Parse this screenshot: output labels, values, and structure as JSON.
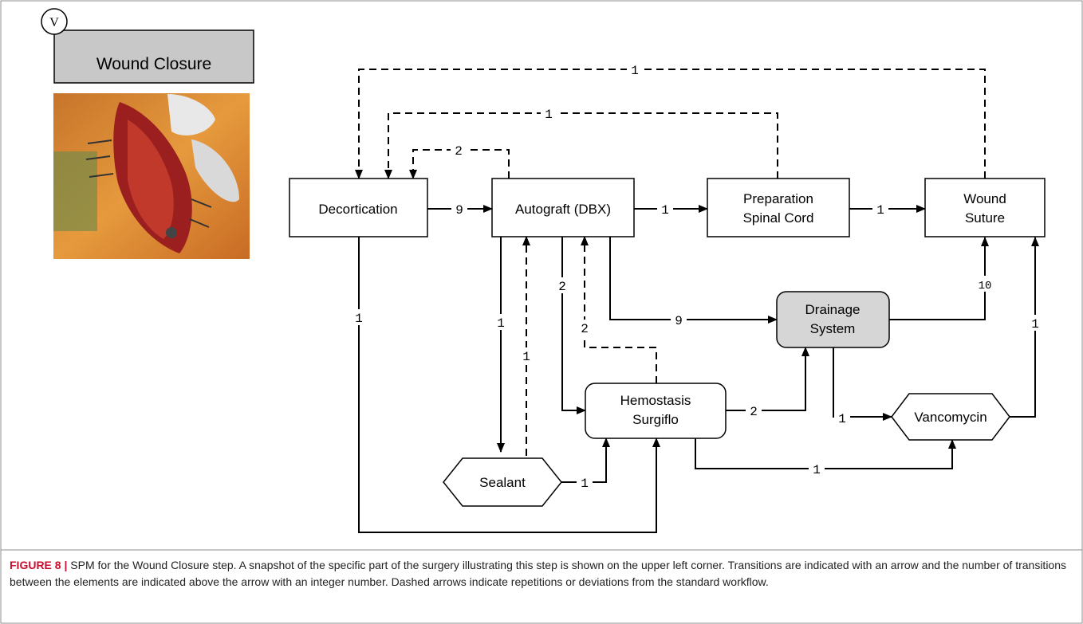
{
  "step": {
    "badge": "V",
    "title": "Wound Closure"
  },
  "nodes": {
    "decortication": "Decortication",
    "autograft": "Autograft (DBX)",
    "prep_line1": "Preparation",
    "prep_line2": "Spinal Cord",
    "wound_line1": "Wound",
    "wound_line2": "Suture",
    "drainage_line1": "Drainage",
    "drainage_line2": "System",
    "hemo_line1": "Hemostasis",
    "hemo_line2": "Surgiflo",
    "vancomycin": "Vancomycin",
    "sealant": "Sealant"
  },
  "edge_labels": {
    "wound_to_decort_dashed": "1",
    "prep_to_decort_dashed": "1",
    "auto_to_decort_dashed": "2",
    "decort_to_auto": "9",
    "auto_to_prep": "1",
    "prep_to_wound": "1",
    "decort_to_hemo": "1",
    "auto_to_sealant": "1",
    "sealant_to_auto_dashed": "1",
    "auto_to_hemo": "2",
    "hemo_to_auto_dashed": "2",
    "auto_to_drainage": "9",
    "drainage_to_wound": "10",
    "vanco_to_wound": "1",
    "hemo_to_drainage": "2",
    "drainage_to_vanco": "1",
    "hemo_to_vanco": "1",
    "sealant_to_hemo": "1"
  },
  "caption": {
    "label": "FIGURE 8 |",
    "text": " SPM for the Wound Closure step. A snapshot of the specific part of the surgery illustrating this step is shown on the upper left corner. Transitions are indicated with an arrow and the number of transitions between the elements are indicated above the arrow with an integer number. Dashed arrows indicate repetitions or deviations from the standard workflow."
  }
}
